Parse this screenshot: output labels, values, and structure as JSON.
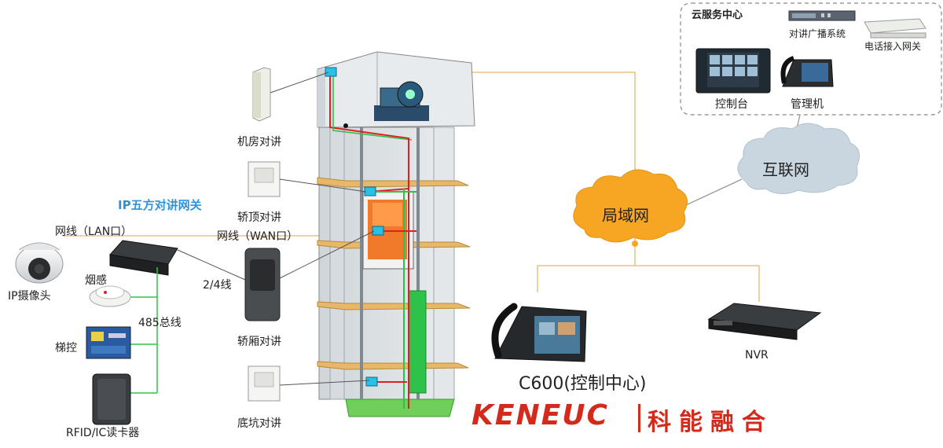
{
  "cloud_center": {
    "title": "云服务中心",
    "intercom_broadcast": "对讲广播系统",
    "phone_gateway": "电话接入网关",
    "console": "控制台",
    "manager": "管理机"
  },
  "internet": "互联网",
  "lan": "局域网",
  "gateway": {
    "title": "IP五方对讲网关",
    "lan_port": "网线（LAN口）",
    "wan_port": "网线（WAN口）",
    "wire_24": "2/4线",
    "bus_485": "485总线"
  },
  "peripherals": {
    "ip_camera": "IP摄像头",
    "smoke": "烟感",
    "elevator_ctrl": "梯控",
    "rfid": "RFID/IC读卡器"
  },
  "intercoms": {
    "machine_room": "机房对讲",
    "car_top": "轿顶对讲",
    "car": "轿厢对讲",
    "pit": "底坑对讲"
  },
  "c600": "C600(控制中心)",
  "nvr": "NVR",
  "brand": {
    "en": "KENEUC",
    "cn": "科能融合"
  },
  "colors": {
    "brand_red": "#d42a1c",
    "gateway_title": "#2f93dc",
    "cloud_orange": "#f6a623",
    "internet_cloud": "#c9d6df",
    "shaft": "#dfe3e6",
    "wire_red": "#e02020",
    "wire_green": "#2ec24a"
  }
}
